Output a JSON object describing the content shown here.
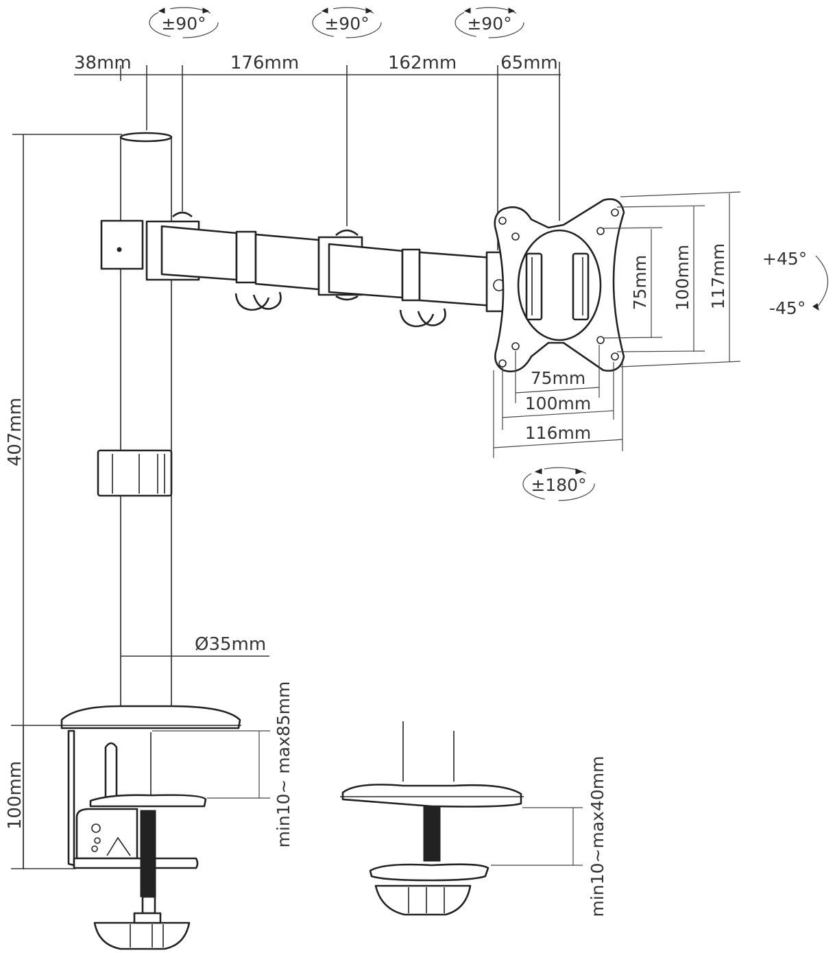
{
  "diagram": {
    "subject": "single monitor desk mount arm dimension drawing",
    "colors": {
      "line": "#333333",
      "background": "#ffffff"
    },
    "rotation_labels": {
      "joint_1": "±90°",
      "joint_2": "±90°",
      "joint_3": "±90°",
      "vesa_rotate": "±180°",
      "tilt_up": "+45°",
      "tilt_down": "-45°"
    },
    "horizontal_dims": {
      "pole_offset": "38mm",
      "arm_1": "176mm",
      "arm_2": "162mm",
      "head": "65mm"
    },
    "pole": {
      "height": "407mm",
      "diameter": "Ø35mm"
    },
    "vesa_plate": {
      "vertical": [
        "75mm",
        "100mm",
        "117mm"
      ],
      "horizontal": [
        "75mm",
        "100mm",
        "116mm"
      ]
    },
    "clamp": {
      "height": "100mm",
      "desk_range": "min10~ max85mm"
    },
    "grommet": {
      "desk_range": "min10~max40mm"
    }
  }
}
